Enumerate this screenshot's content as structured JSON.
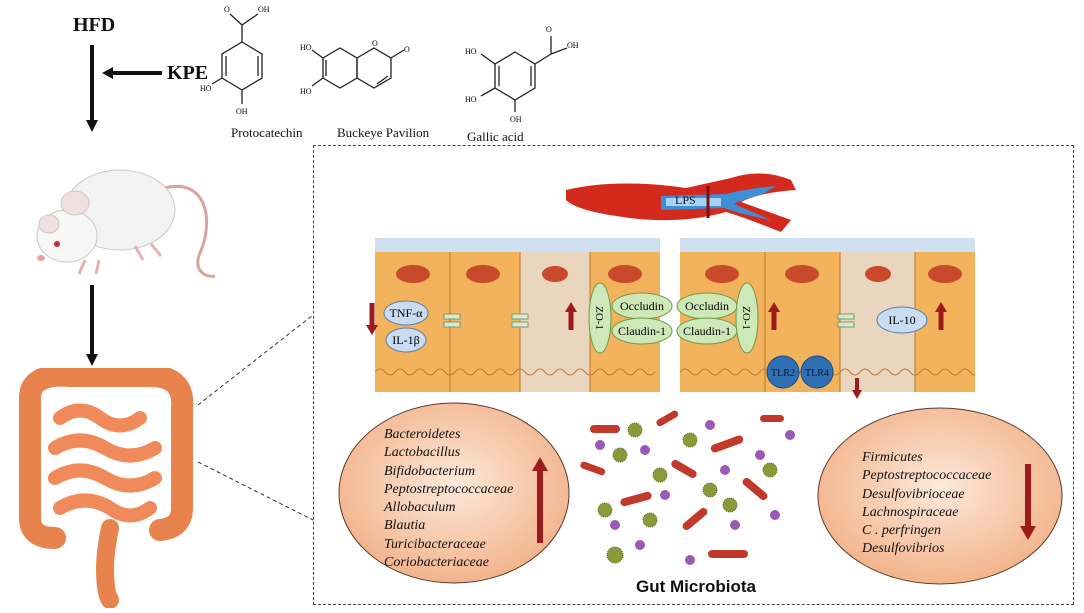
{
  "labels": {
    "hfd": "HFD",
    "kpe": "KPE",
    "lps": "LPS",
    "gut_microbiota": "Gut Microbiota"
  },
  "compounds": [
    {
      "name": "Protocatechin"
    },
    {
      "name": "Buckeye Pavilion"
    },
    {
      "name": "Gallic acid"
    }
  ],
  "chem_atoms": {
    "oh": "OH",
    "ho": "HO",
    "o": "O"
  },
  "markers": {
    "tnf": "TNF-α",
    "il1b": "IL-1β",
    "zo1": "ZO-1",
    "occludin": "Occludin",
    "claudin": "Claudin-1",
    "tlr2": "TLR2",
    "tlr4": "TLR4",
    "il10": "IL-10"
  },
  "increased_taxa": [
    "Bacteroidetes",
    "Lactobacillus",
    "Bifidobacterium",
    "Peptostreptococcaceae",
    "Allobaculum",
    "Blautia",
    "Turicibacteraceae",
    "Coriobacteriaceae"
  ],
  "decreased_taxa": [
    "Firmicutes",
    "Peptostreptococcaceae",
    "Desulfovibrioceae",
    "Lachnospiraceae",
    "C . perfringen",
    "Desulfovibrios"
  ],
  "colors": {
    "arrow_red": "#9e1b1b",
    "vessel_red": "#d42a1e",
    "vessel_inner": "#3d8fd6",
    "cell_orange": "#f2b35c",
    "cell_light": "#ead6bf",
    "nucleus": "#c84a2a",
    "marker_blue": "#c9dcf2",
    "marker_green": "#cfe8b8",
    "tlr_blue": "#2f6fb3",
    "ellipse_peach": "#f6c9a6",
    "panel_border": "#444444"
  }
}
